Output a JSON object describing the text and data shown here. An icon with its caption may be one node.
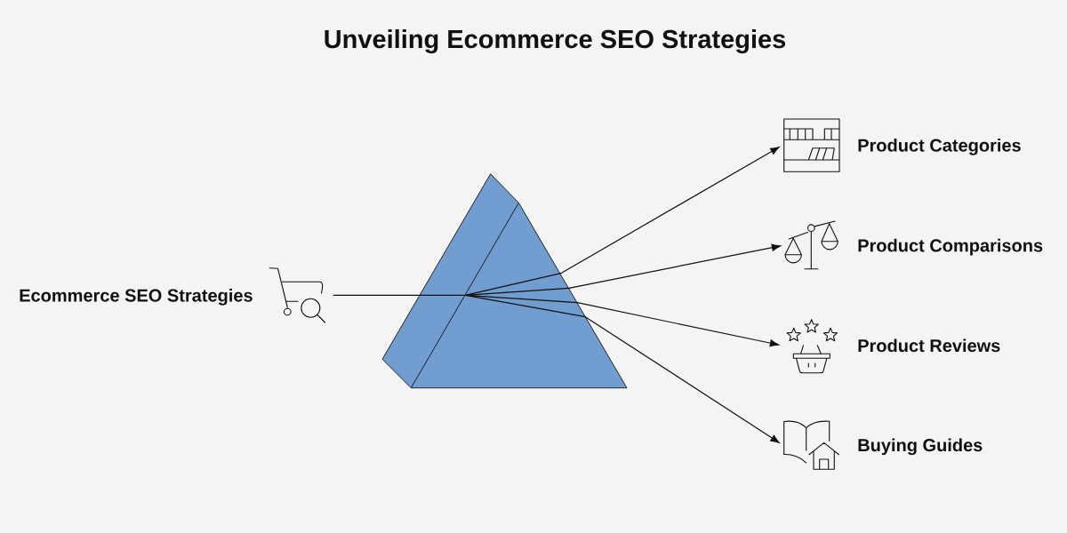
{
  "diagram": {
    "title": "Unveiling Ecommerce SEO Strategies",
    "nodes": [
      {
        "text": [
          "Ecommerce SEO Strategies"
        ]
      },
      {
        "text": [],
        "shape": "prism"
      },
      {
        "text": [
          "Product Categories"
        ]
      },
      {
        "text": [
          "Product Comparisons"
        ]
      },
      {
        "text": [
          "Product Reviews"
        ]
      },
      {
        "text": [
          "Buying Guides"
        ]
      }
    ],
    "edges": [
      {
        "from": 0,
        "to": 1,
        "arrow": "none"
      },
      {
        "from": 1,
        "to": 2,
        "arrow": "to"
      },
      {
        "from": 1,
        "to": 3,
        "arrow": "to"
      },
      {
        "from": 1,
        "to": 4,
        "arrow": "to"
      },
      {
        "from": 1,
        "to": 5,
        "arrow": "to"
      }
    ]
  }
}
